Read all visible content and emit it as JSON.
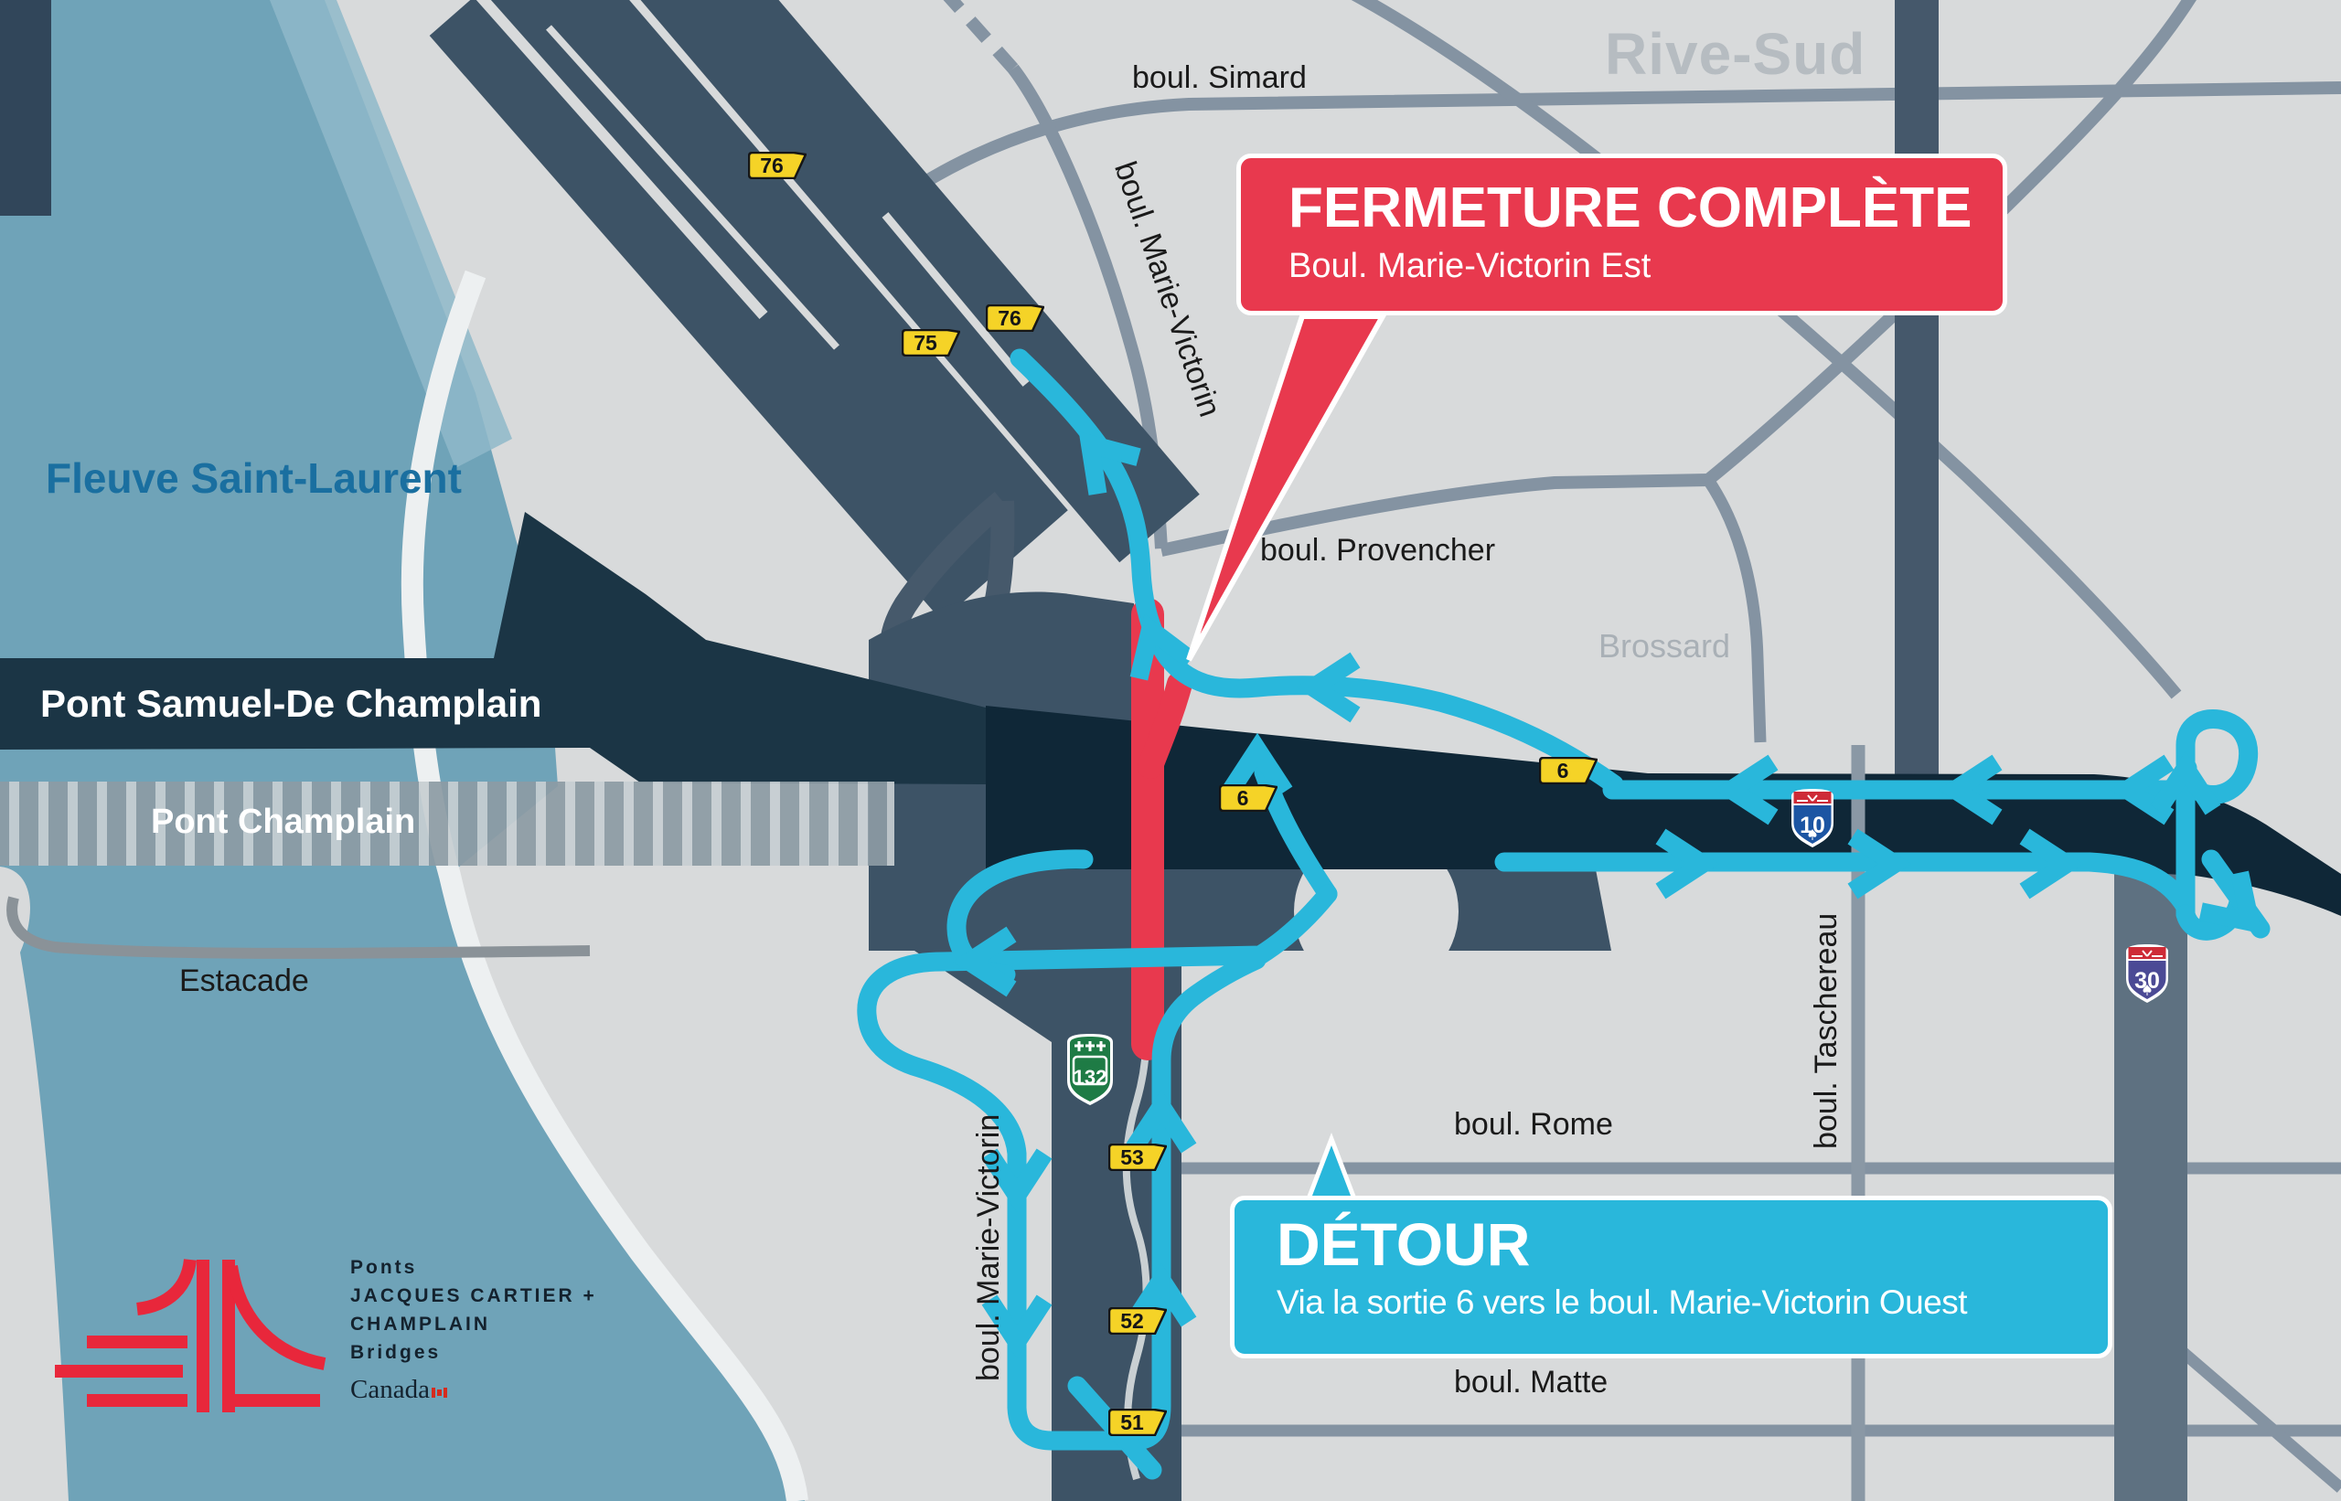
{
  "labels": {
    "river": "Fleuve Saint-Laurent",
    "region": "Rive-Sud",
    "city": "Brossard",
    "bridge_new": "Pont Samuel-De Champlain",
    "bridge_old": "Pont Champlain",
    "estacade": "Estacade",
    "boul_simard": "boul. Simard",
    "boul_marie_victorin_top": "boul. Marie-Victorin",
    "boul_provencher": "boul. Provencher",
    "boul_marie_victorin_bottom": "boul. Marie-Victorin",
    "boul_taschereau": "boul. Taschereau",
    "boul_rome": "boul. Rome",
    "boul_matte": "boul. Matte"
  },
  "closure": {
    "title": "FERMETURE COMPLÈTE",
    "subtitle": "Boul. Marie-Victorin Est"
  },
  "detour": {
    "title": "DÉTOUR",
    "subtitle": "Via la sortie 6 vers le boul. Marie-Victorin Ouest"
  },
  "exits": {
    "e76_north": "76",
    "e75": "75",
    "e76_south": "76",
    "e6_west": "6",
    "e6_east": "6",
    "e53": "53",
    "e52": "52",
    "e51": "51"
  },
  "shields": {
    "a10": "10",
    "a30": "30",
    "r132": "132"
  },
  "logo": {
    "ponts": "Ponts",
    "line1": "JACQUES CARTIER +",
    "line2": "CHAMPLAIN",
    "line3": "Bridges",
    "wordmark": "Canada"
  },
  "colors": {
    "background_land": "#D8DADB",
    "water": "#6FA3B8",
    "dark_road": "#3D5366",
    "highway_band": "#0F2737",
    "bridge_navy": "#1B3545",
    "closure_red": "#E8394E",
    "detour_cyan": "#29B7DB",
    "exit_yellow": "#F5D327",
    "street_gray": "#8493A2",
    "shield_blue": "#1C55A3",
    "shield_green": "#1E7B45"
  }
}
